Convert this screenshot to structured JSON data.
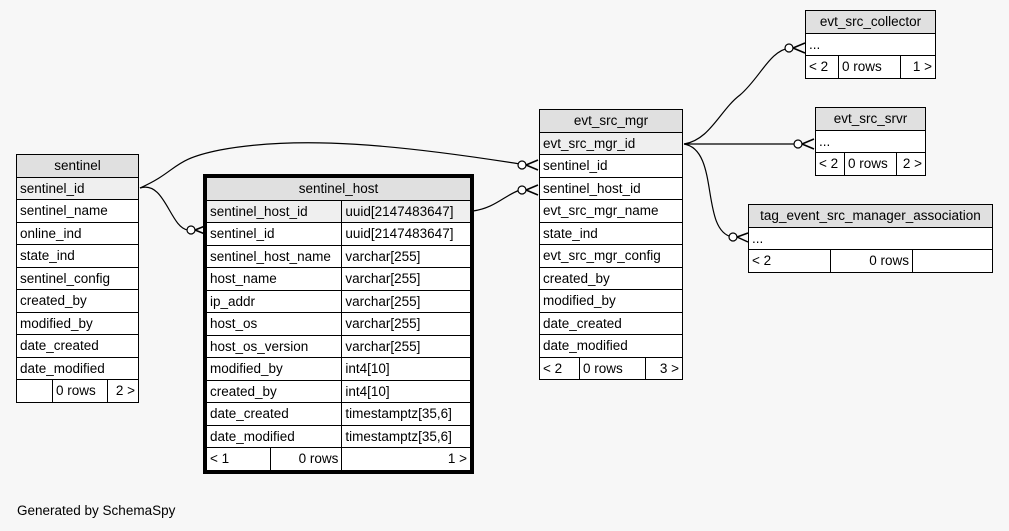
{
  "footer": "Generated by SchemaSpy",
  "tables": {
    "sentinel": {
      "name": "sentinel",
      "columns": [
        "sentinel_id",
        "sentinel_name",
        "online_ind",
        "state_ind",
        "sentinel_config",
        "created_by",
        "modified_by",
        "date_created",
        "date_modified"
      ],
      "footer": {
        "parents": "",
        "rows": "0 rows",
        "children": "2 >"
      }
    },
    "sentinel_host": {
      "name": "sentinel_host",
      "columns": [
        {
          "name": "sentinel_host_id",
          "type": "uuid[2147483647]"
        },
        {
          "name": "sentinel_id",
          "type": "uuid[2147483647]"
        },
        {
          "name": "sentinel_host_name",
          "type": "varchar[255]"
        },
        {
          "name": "host_name",
          "type": "varchar[255]"
        },
        {
          "name": "ip_addr",
          "type": "varchar[255]"
        },
        {
          "name": "host_os",
          "type": "varchar[255]"
        },
        {
          "name": "host_os_version",
          "type": "varchar[255]"
        },
        {
          "name": "modified_by",
          "type": "int4[10]"
        },
        {
          "name": "created_by",
          "type": "int4[10]"
        },
        {
          "name": "date_created",
          "type": "timestamptz[35,6]"
        },
        {
          "name": "date_modified",
          "type": "timestamptz[35,6]"
        }
      ],
      "footer": {
        "parents": "< 1",
        "rows": "0 rows",
        "children": "1 >"
      }
    },
    "evt_src_mgr": {
      "name": "evt_src_mgr",
      "columns": [
        "evt_src_mgr_id",
        "sentinel_id",
        "sentinel_host_id",
        "evt_src_mgr_name",
        "state_ind",
        "evt_src_mgr_config",
        "created_by",
        "modified_by",
        "date_created",
        "date_modified"
      ],
      "footer": {
        "parents": "< 2",
        "rows": "0 rows",
        "children": "3 >"
      }
    },
    "evt_src_collector": {
      "name": "evt_src_collector",
      "columns": [
        "..."
      ],
      "footer": {
        "parents": "< 2",
        "rows": "0 rows",
        "children": "1 >"
      }
    },
    "evt_src_srvr": {
      "name": "evt_src_srvr",
      "columns": [
        "..."
      ],
      "footer": {
        "parents": "< 2",
        "rows": "0 rows",
        "children": "2 >"
      }
    },
    "tag_event_src_manager_association": {
      "name": "tag_event_src_manager_association",
      "columns": [
        "..."
      ],
      "footer": {
        "parents": "< 2",
        "rows": "0 rows",
        "children": ""
      }
    }
  },
  "relationships": [
    {
      "from": "sentinel.sentinel_id",
      "to": "sentinel_host.sentinel_id"
    },
    {
      "from": "sentinel.sentinel_id",
      "to": "evt_src_mgr.sentinel_id"
    },
    {
      "from": "sentinel_host.sentinel_host_id",
      "to": "evt_src_mgr.sentinel_host_id"
    },
    {
      "from": "evt_src_mgr.evt_src_mgr_id",
      "to": "evt_src_collector"
    },
    {
      "from": "evt_src_mgr.evt_src_mgr_id",
      "to": "evt_src_srvr"
    },
    {
      "from": "evt_src_mgr.evt_src_mgr_id",
      "to": "tag_event_src_manager_association"
    }
  ]
}
